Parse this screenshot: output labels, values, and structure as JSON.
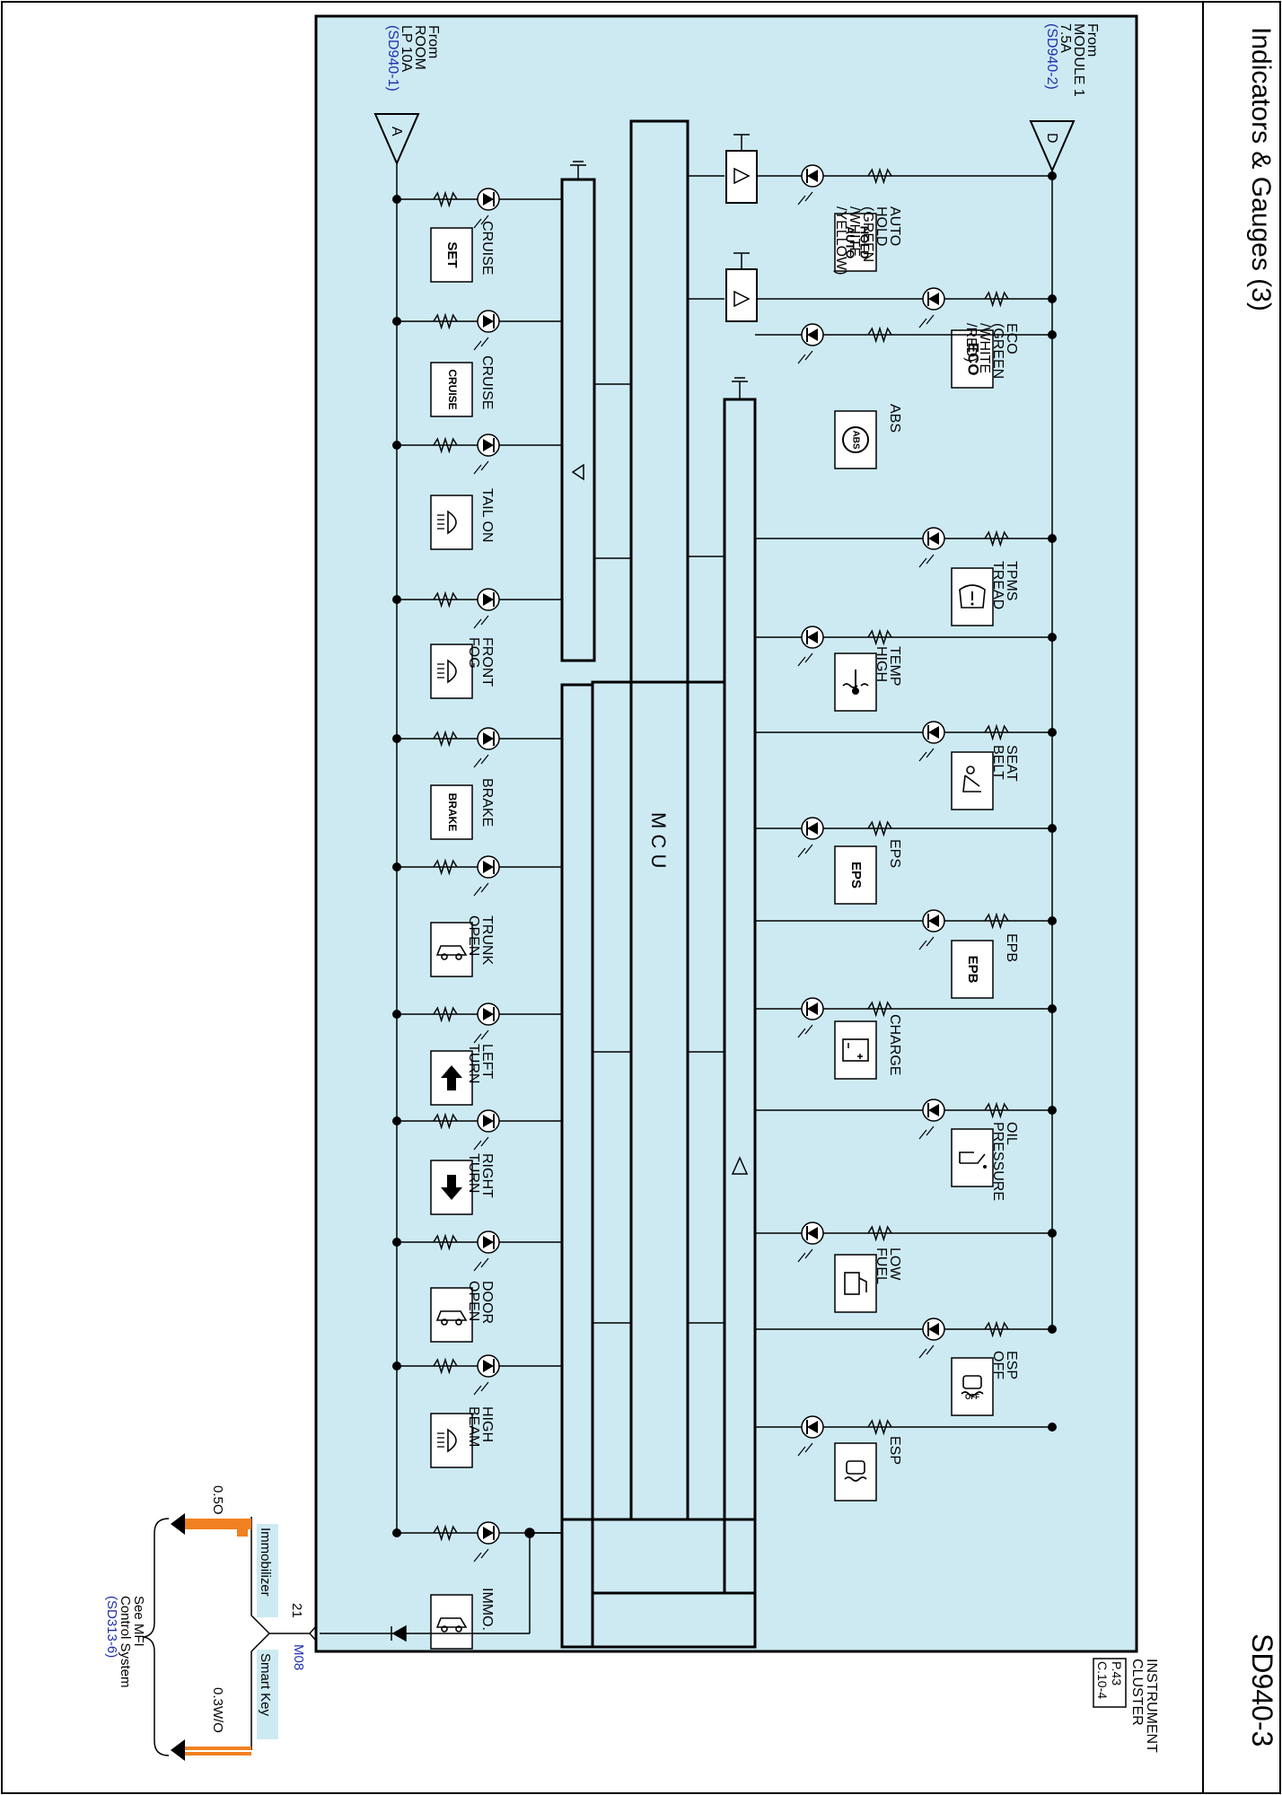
{
  "page": {
    "title": "Indicators & Gauges (3)",
    "code": "SD940-3"
  },
  "component": {
    "name_lines": [
      "INSTRUMENT",
      "CLUSTER"
    ],
    "conn_lines": [
      "P.43",
      "C.10-4"
    ],
    "mcu": "M C U"
  },
  "sources": {
    "top": {
      "letter": "D",
      "lines": [
        "From",
        "MODULE 1",
        "7.5A"
      ],
      "ref": "(SD940-2)"
    },
    "left": {
      "letter": "A",
      "lines": [
        "From",
        "ROOM",
        "LP 10A"
      ],
      "ref": "(SD940-1)"
    }
  },
  "left_indicators": [
    {
      "label": [
        "CRUISE"
      ],
      "icon": "SET"
    },
    {
      "label": [
        "CRUISE"
      ],
      "icon": "CRUISE"
    },
    {
      "label": [
        "TAIL ON"
      ],
      "icon": "tail-lamp"
    },
    {
      "label": [
        "FRONT",
        "FOG"
      ],
      "icon": "front-fog"
    },
    {
      "label": [
        "BRAKE"
      ],
      "icon": "BRAKE"
    },
    {
      "label": [
        "TRUNK",
        "OPEN"
      ],
      "icon": "trunk-open"
    },
    {
      "label": [
        "LEFT",
        "TURN"
      ],
      "icon": "left-turn-arrow"
    },
    {
      "label": [
        "RIGHT",
        "TURN"
      ],
      "icon": "right-turn-arrow"
    },
    {
      "label": [
        "DOOR",
        "OPEN"
      ],
      "icon": "door-open"
    },
    {
      "label": [
        "HIGH",
        "BEAM"
      ],
      "icon": "high-beam"
    },
    {
      "label": [
        "IMMO."
      ],
      "icon": "immo-key"
    }
  ],
  "right_indicators": [
    {
      "label": [
        "AUTO",
        "HOLD",
        "(GREEN",
        "/WHITE",
        "/YELLOW)"
      ],
      "icon": "AUTO HOLD"
    },
    {
      "label": [
        "ECO",
        "(GREEN",
        "/WHITE",
        "/RED)"
      ],
      "icon": "ECO"
    },
    {
      "label": [
        "ABS"
      ],
      "icon": "ABS"
    },
    {
      "label": [
        "TPMS",
        "TREAD"
      ],
      "icon": "tpms"
    },
    {
      "label": [
        "TEMP",
        "HIGH"
      ],
      "icon": "temp"
    },
    {
      "label": [
        "SEAT",
        "BELT"
      ],
      "icon": "seat-belt"
    },
    {
      "label": [
        "EPS"
      ],
      "icon": "EPS"
    },
    {
      "label": [
        "EPB"
      ],
      "icon": "EPB"
    },
    {
      "label": [
        "CHARGE"
      ],
      "icon": "battery"
    },
    {
      "label": [
        "OIL",
        "PRESSURE"
      ],
      "icon": "oil-can"
    },
    {
      "label": [
        "LOW",
        "FUEL"
      ],
      "icon": "fuel-pump"
    },
    {
      "label": [
        "ESP",
        "OFF"
      ],
      "icon": "esp-off"
    },
    {
      "label": [
        "ESP"
      ],
      "icon": "esp"
    }
  ],
  "wiring": {
    "pin": "21",
    "connector": "M08",
    "immobilizer": {
      "label": "Immobilizer",
      "wire": "0.5O",
      "color": "#f08020"
    },
    "smart_key": {
      "label": "Smart Key",
      "wire": "0.3W/O",
      "color": "#f08020"
    },
    "mfi": {
      "lines": [
        "See MFI",
        "Control System"
      ],
      "ref": "(SD313-6)"
    }
  },
  "colors": {
    "background": "#cdeaf3",
    "reference_text": "#1f2fb0",
    "tag": "#cdeaf3"
  }
}
